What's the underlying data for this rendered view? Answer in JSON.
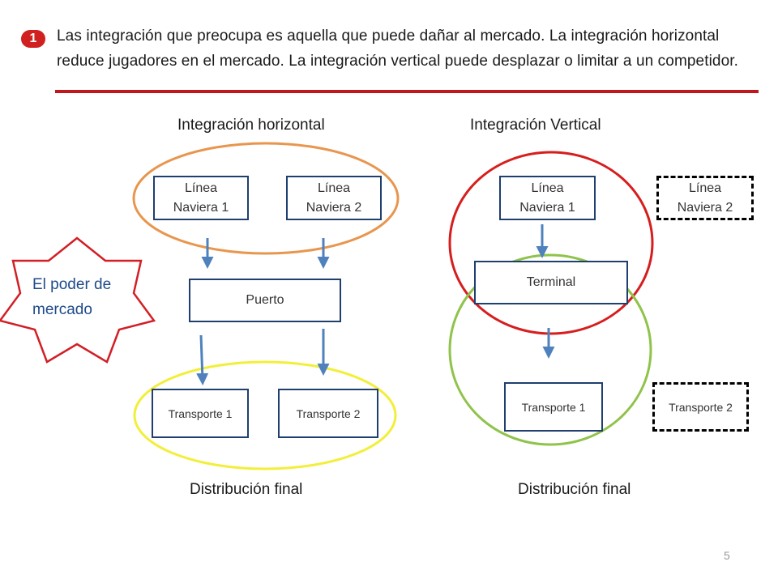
{
  "header": {
    "badge": "1",
    "text": "Las integración que preocupa es aquella que puede dañar al mercado. La integración horizontal reduce jugadores en el mercado. La integración vertical puede desplazar o limitar a un competidor."
  },
  "horizontal": {
    "title": "Integración horizontal",
    "line1": "Línea Naviera 1",
    "line2": "Línea Naviera 2",
    "port": "Puerto",
    "transport1": "Transporte 1",
    "transport2": "Transporte 2",
    "footer": "Distribución final"
  },
  "vertical": {
    "title": "Integración Vertical",
    "line1": "Línea Naviera 1",
    "line2": "Línea Naviera 2",
    "terminal": "Terminal",
    "transport1": "Transporte 1",
    "transport2": "Transporte 2",
    "footer": "Distribución final"
  },
  "star": {
    "label": "El poder de mercado"
  },
  "page_number": "5",
  "colors": {
    "accent_red": "#c0161c",
    "box_border": "#1f3f6e",
    "arrow": "#4f81bd",
    "orange_oval": "#e8964e",
    "yellow_oval": "#f2ef3a",
    "red_circle": "#d61e1e",
    "green_circle": "#8fc34a",
    "star_red": "#d21f26",
    "star_text": "#1f4a8a"
  }
}
